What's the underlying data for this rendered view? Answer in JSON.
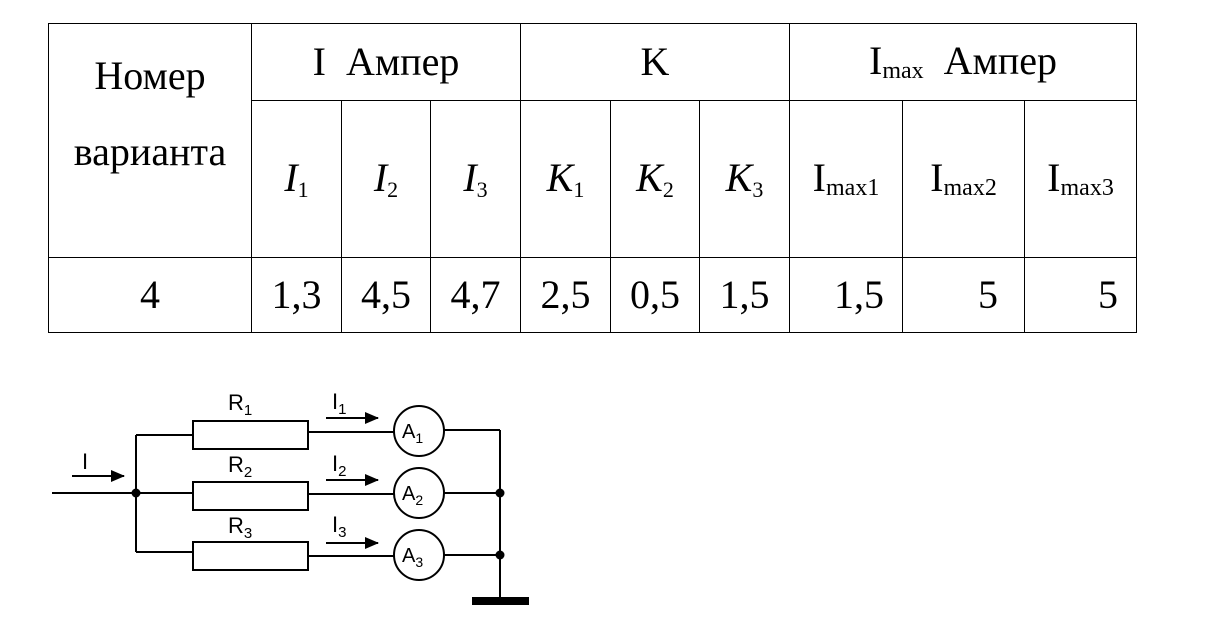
{
  "table": {
    "header": {
      "variant_line1": "Номер",
      "variant_line2": "варианта",
      "current_group": "I  Ампер",
      "k_group": "K",
      "imax_group_main": "I",
      "imax_group_sub": "max",
      "imax_group_unit": "Ампер"
    },
    "subheaders": {
      "i1": {
        "main": "I",
        "sub": "1"
      },
      "i2": {
        "main": "I",
        "sub": "2"
      },
      "i3": {
        "main": "I",
        "sub": "3"
      },
      "k1": {
        "main": "K",
        "sub": "1"
      },
      "k2": {
        "main": "K",
        "sub": "2"
      },
      "k3": {
        "main": "K",
        "sub": "3"
      },
      "imax1": {
        "main": "I",
        "sub": "max1"
      },
      "imax2": {
        "main": "I",
        "sub": "max2"
      },
      "imax3": {
        "main": "I",
        "sub": "max3"
      }
    },
    "values": {
      "variant": "4",
      "i1": "1,3",
      "i2": "4,5",
      "i3": "4,7",
      "k1": "2,5",
      "k2": "0,5",
      "k3": "1,5",
      "imax1": "1,5",
      "imax2": "5",
      "imax3": "5"
    }
  },
  "circuit": {
    "input_current": "I",
    "branches": [
      {
        "resistor": "R",
        "resistor_sub": "1",
        "current": "I",
        "current_sub": "1",
        "meter": "A",
        "meter_sub": "1"
      },
      {
        "resistor": "R",
        "resistor_sub": "2",
        "current": "I",
        "current_sub": "2",
        "meter": "A",
        "meter_sub": "2"
      },
      {
        "resistor": "R",
        "resistor_sub": "3",
        "current": "I",
        "current_sub": "3",
        "meter": "A",
        "meter_sub": "3"
      }
    ]
  }
}
